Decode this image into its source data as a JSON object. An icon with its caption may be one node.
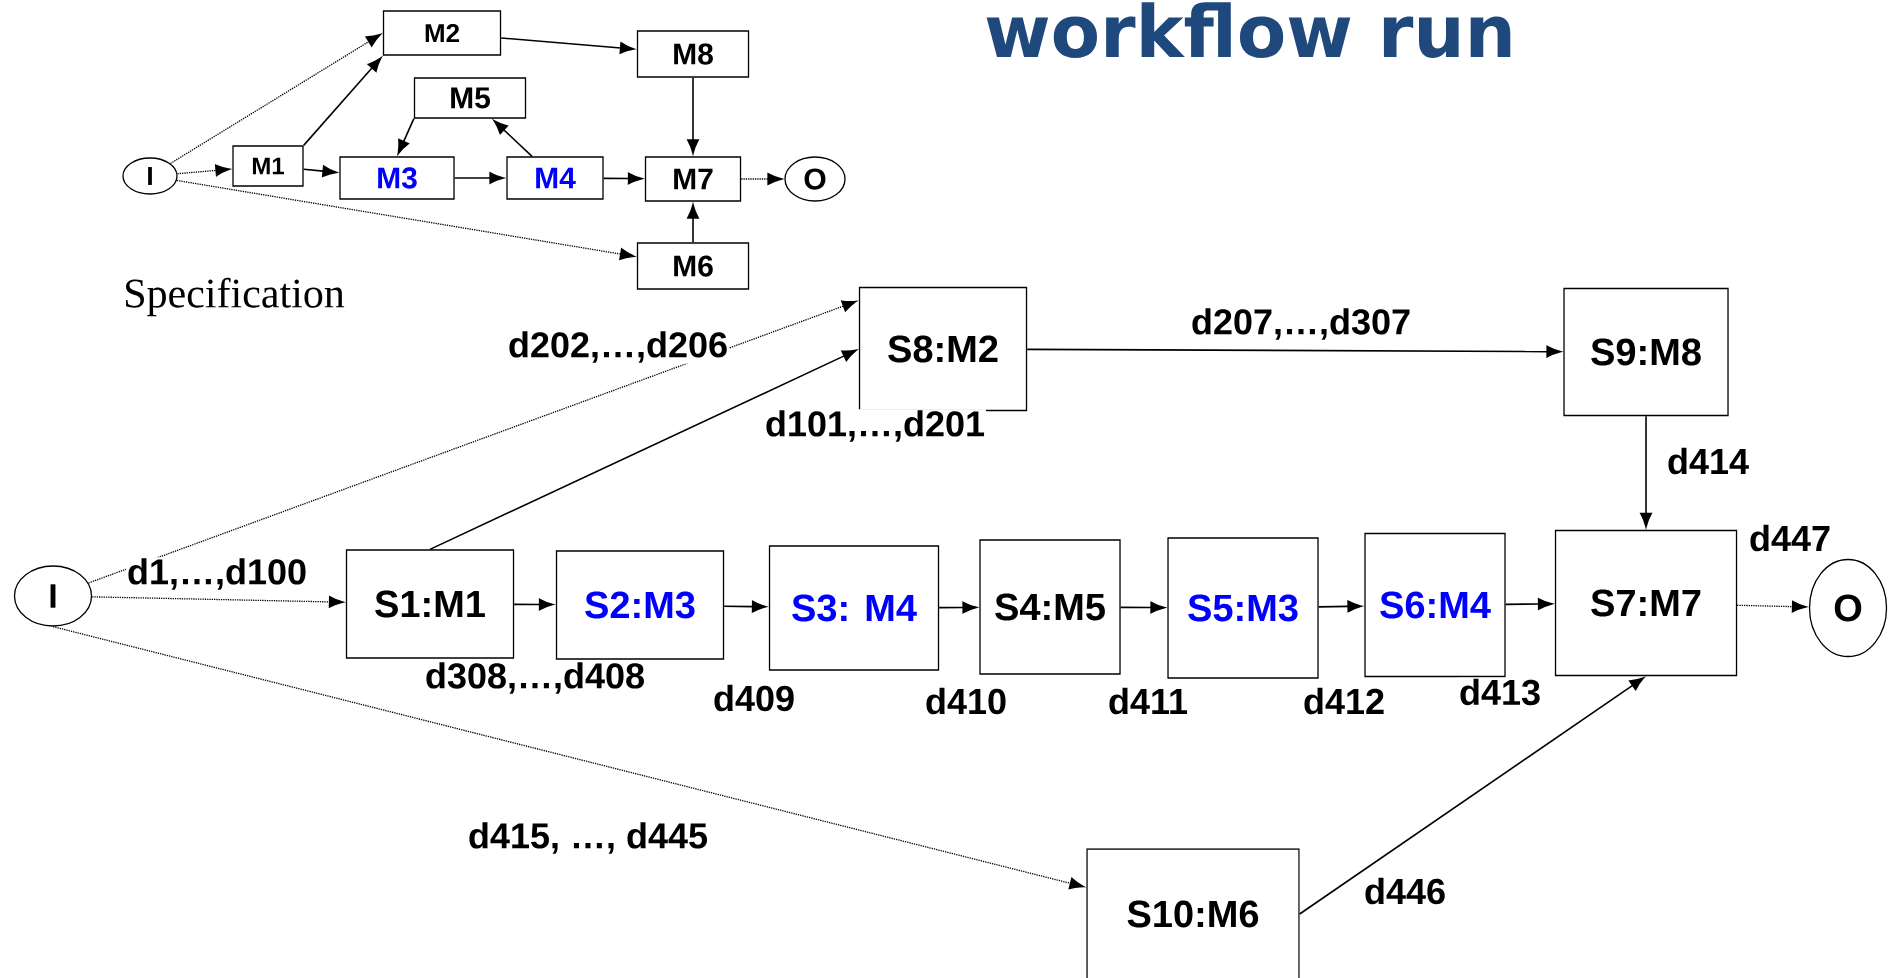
{
  "diagram": {
    "title": "workflow run",
    "nodes": [
      {
        "text": [
          "I"
        ]
      },
      {
        "text": [
          "M1"
        ]
      },
      {
        "text": [
          "M2"
        ]
      },
      {
        "text": [
          "M8"
        ]
      },
      {
        "text": [
          "M5"
        ]
      },
      {
        "text": [
          "M3"
        ]
      },
      {
        "text": [
          "M4"
        ]
      },
      {
        "text": [
          "M7"
        ]
      },
      {
        "text": [
          "O"
        ]
      },
      {
        "text": [
          "M6"
        ]
      },
      {
        "text": [
          "I"
        ]
      },
      {
        "text": [
          "S8:M2"
        ]
      },
      {
        "text": [
          "S9:M8"
        ]
      },
      {
        "text": [
          "S1:M1"
        ]
      },
      {
        "text": [
          "S2:M3"
        ]
      },
      {
        "text": [
          "S3: M4"
        ]
      },
      {
        "text": [
          "S4:M5"
        ]
      },
      {
        "text": [
          "S5:M3"
        ]
      },
      {
        "text": [
          "S6:M4"
        ]
      },
      {
        "text": [
          "S7:M7"
        ]
      },
      {
        "text": [
          "O"
        ]
      },
      {
        "text": [
          "S10:M6"
        ]
      }
    ],
    "edges": [
      {
        "from": 0,
        "to": 2,
        "arrow": "to",
        "style": "dashed"
      },
      {
        "from": 0,
        "to": 1,
        "arrow": "to",
        "style": "dashed"
      },
      {
        "from": 0,
        "to": 9,
        "arrow": "to",
        "style": "dashed"
      },
      {
        "from": 1,
        "to": 2,
        "arrow": "to"
      },
      {
        "from": 1,
        "to": 5,
        "arrow": "to"
      },
      {
        "from": 2,
        "to": 3,
        "arrow": "to"
      },
      {
        "from": 6,
        "to": 4,
        "arrow": "to"
      },
      {
        "from": 4,
        "to": 5,
        "arrow": "to"
      },
      {
        "from": 5,
        "to": 6,
        "arrow": "to"
      },
      {
        "from": 6,
        "to": 7,
        "arrow": "to"
      },
      {
        "from": 3,
        "to": 7,
        "arrow": "to"
      },
      {
        "from": 9,
        "to": 7,
        "arrow": "to"
      },
      {
        "from": 7,
        "to": 8,
        "arrow": "to",
        "style": "dashed"
      },
      {
        "from": 10,
        "to": 11,
        "arrow": "to",
        "style": "dashed",
        "label": "d202,…,d206"
      },
      {
        "from": 13,
        "to": 11,
        "arrow": "to",
        "label": "d101,…,d201"
      },
      {
        "from": 11,
        "to": 12,
        "arrow": "to",
        "label": "d207,…,d307"
      },
      {
        "from": 12,
        "to": 19,
        "arrow": "to",
        "label": "d414"
      },
      {
        "from": 10,
        "to": 13,
        "arrow": "to",
        "style": "dashed",
        "label": "d1,…,d100"
      },
      {
        "from": 13,
        "to": 14,
        "arrow": "to",
        "label": "d308,…,d408"
      },
      {
        "from": 14,
        "to": 15,
        "arrow": "to",
        "label": "d409"
      },
      {
        "from": 15,
        "to": 16,
        "arrow": "to",
        "label": "d410"
      },
      {
        "from": 16,
        "to": 17,
        "arrow": "to",
        "label": "d411"
      },
      {
        "from": 17,
        "to": 18,
        "arrow": "to",
        "label": "d412"
      },
      {
        "from": 18,
        "to": 19,
        "arrow": "to",
        "label": "d413"
      },
      {
        "from": 19,
        "to": 20,
        "arrow": "to",
        "style": "dashed",
        "label": "d447"
      },
      {
        "from": 10,
        "to": 21,
        "arrow": "to",
        "style": "dashed",
        "label": "d415, …, d445"
      },
      {
        "from": 21,
        "to": 19,
        "arrow": "to",
        "label": "d446"
      }
    ],
    "labels": [
      "Specification"
    ]
  }
}
